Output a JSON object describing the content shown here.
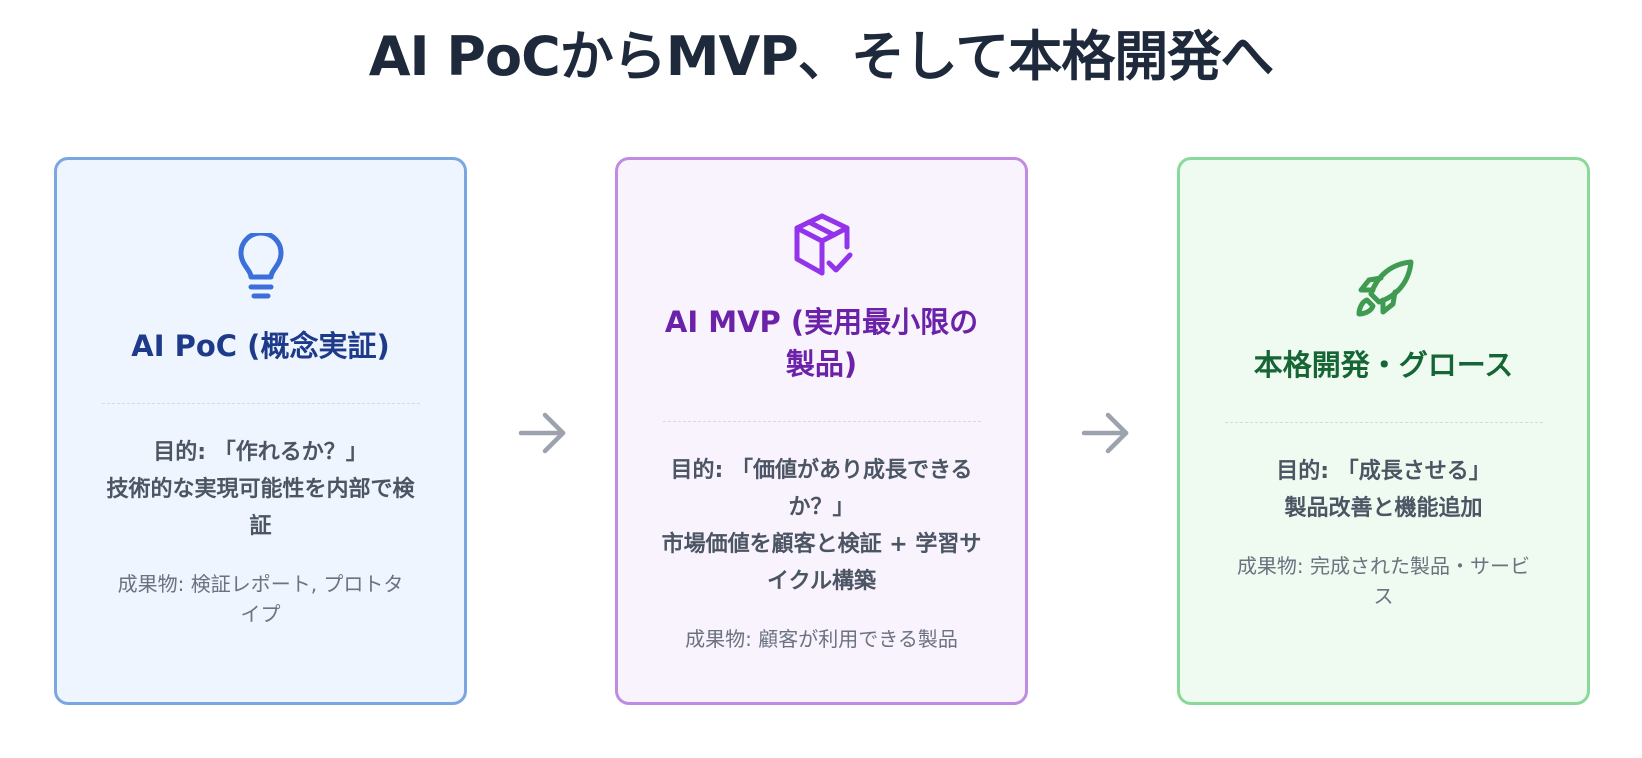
{
  "title": "AI PoCからMVP、そして本格開発へ",
  "colors": {
    "poc_accent": "#3b6fd9",
    "mvp_accent": "#9333ea",
    "growth_accent": "#3f9a52",
    "arrow": "#9ca3af"
  },
  "cards": [
    {
      "icon": "lightbulb-icon",
      "heading": "AI PoC (概念実証)",
      "purpose_lines": [
        "目的: 「作れるか？」",
        "技術的な実現可能性を内部で検証"
      ],
      "deliverable": "成果物: 検証レポート, プロトタイプ"
    },
    {
      "icon": "package-check-icon",
      "heading": "AI MVP (実用最小限の製品)",
      "purpose_lines": [
        "目的: 「価値があり成長できるか？」",
        "市場価値を顧客と検証 + 学習サイクル構築"
      ],
      "deliverable": "成果物: 顧客が利用できる製品"
    },
    {
      "icon": "rocket-icon",
      "heading": "本格開発・グロース",
      "purpose_lines": [
        "目的: 「成長させる」",
        "製品改善と機能追加"
      ],
      "deliverable": "成果物: 完成された製品・サービス"
    }
  ],
  "arrows": [
    "arrow-right-icon",
    "arrow-right-icon"
  ]
}
